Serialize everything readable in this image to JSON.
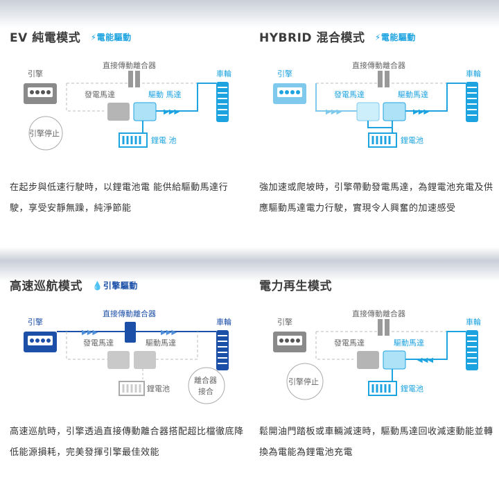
{
  "panels": [
    {
      "title": "EV 純電模式",
      "badge": "電能驅動",
      "labels": {
        "engine": "引擎",
        "clutch": "直接傳動離合器",
        "wheel": "車輪",
        "generator": "發電馬達",
        "motor": "驅動 馬達",
        "battery": "鋰電 池",
        "state": "引擎停止"
      },
      "desc": "在起步與低速行駛時，以鋰電池電 能供給驅動馬達行駛，享受安靜無躁，純淨節能"
    },
    {
      "title": "HYBRID 混合模式",
      "badge": "電能驅動",
      "labels": {
        "engine": "引擎",
        "clutch": "直接傳動離合器",
        "wheel": "車輪",
        "generator": "發電馬達",
        "motor": "驅動馬達",
        "battery": "鋰電池"
      },
      "desc": "強加速或爬坡時，引擎帶動發電馬達，為鋰電池充電及供應驅動馬達電力行駛，實現令人興奮的加速感受"
    },
    {
      "title": "高速巡航模式",
      "badge": "引擎驅動",
      "labels": {
        "engine": "引擎",
        "clutch": "直接傳動離合器",
        "wheel": "車輪",
        "generator": "發電馬達",
        "motor": "驅動馬達",
        "battery": "鋰電池",
        "state_line1": "離合器",
        "state_line2": "接合"
      },
      "desc": "高速巡航時，引擎透過直接傳動離合器搭配超比檔徹底降低能源損耗，完美發揮引擎最佳效能"
    },
    {
      "title": "電力再生模式",
      "labels": {
        "engine": "引擎",
        "clutch": "直接傳動離合器",
        "wheel": "車輪",
        "generator": "發電馬達",
        "motor": "驅動馬達",
        "battery": "鋰電池",
        "state": "引擎停止"
      },
      "desc": "鬆開油門踏板或車輛減速時，驅動馬達回收減速動能並轉換為電能為鋰電池充電"
    }
  ],
  "colors": {
    "cyan": "#1da3e0",
    "dark_blue": "#1c4fa8",
    "gray": "#9a9a9a",
    "text": "#3b3b3b"
  }
}
